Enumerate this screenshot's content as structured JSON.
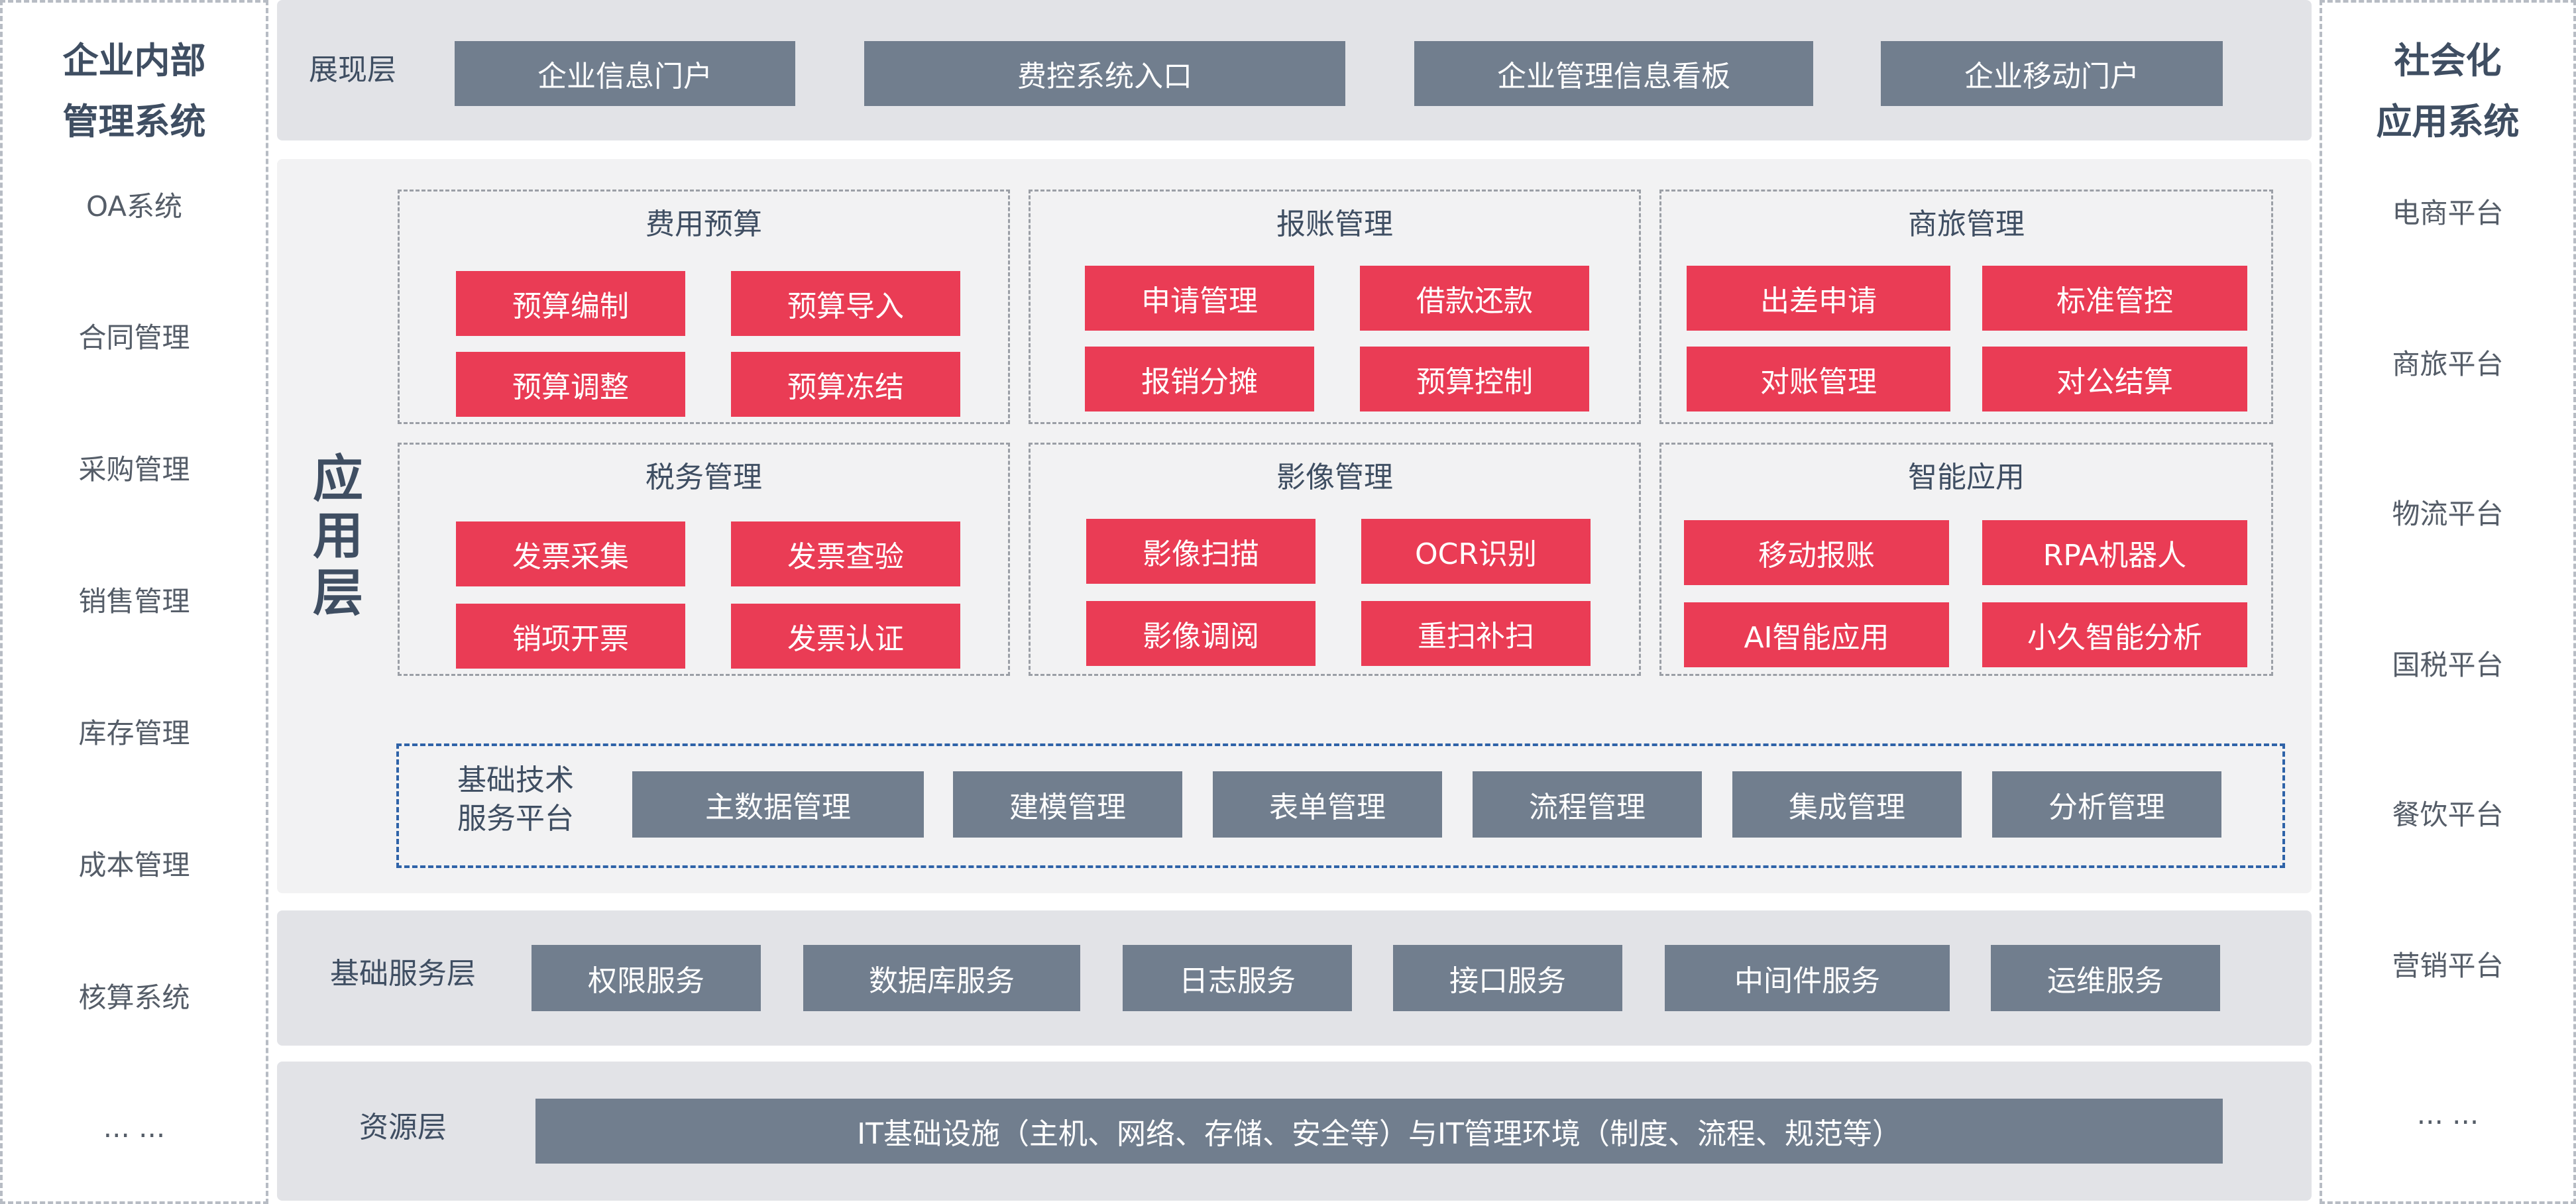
{
  "left_panel": {
    "title_line1": "企业内部",
    "title_line2": "管理系统",
    "items": [
      "OA系统",
      "合同管理",
      "采购管理",
      "销售管理",
      "库存管理",
      "成本管理",
      "核算系统",
      "... ..."
    ]
  },
  "right_panel": {
    "title_line1": "社会化",
    "title_line2": "应用系统",
    "items": [
      "电商平台",
      "商旅平台",
      "物流平台",
      "国税平台",
      "餐饮平台",
      "营销平台",
      "... ..."
    ]
  },
  "presentation_layer": {
    "label": "展现层",
    "items": [
      "企业信息门户",
      "费控系统入口",
      "企业管理信息看板",
      "企业移动门户"
    ]
  },
  "application_layer": {
    "label_chars": [
      "应",
      "用",
      "层"
    ],
    "modules": [
      {
        "title": "费用预算",
        "items": [
          "预算编制",
          "预算导入",
          "预算调整",
          "预算冻结"
        ]
      },
      {
        "title": "报账管理",
        "items": [
          "申请管理",
          "借款还款",
          "报销分摊",
          "预算控制"
        ]
      },
      {
        "title": "商旅管理",
        "items": [
          "出差申请",
          "标准管控",
          "对账管理",
          "对公结算"
        ]
      },
      {
        "title": "税务管理",
        "items": [
          "发票采集",
          "发票查验",
          "销项开票",
          "发票认证"
        ]
      },
      {
        "title": "影像管理",
        "items": [
          "影像扫描",
          "OCR识别",
          "影像调阅",
          "重扫补扫"
        ]
      },
      {
        "title": "智能应用",
        "items": [
          "移动报账",
          "RPA机器人",
          "AI智能应用",
          "小久智能分析"
        ]
      }
    ],
    "foundation": {
      "label_line1": "基础技术",
      "label_line2": "服务平台",
      "items": [
        "主数据管理",
        "建模管理",
        "表单管理",
        "流程管理",
        "集成管理",
        "分析管理"
      ]
    }
  },
  "basic_service_layer": {
    "label": "基础服务层",
    "items": [
      "权限服务",
      "数据库服务",
      "日志服务",
      "接口服务",
      "中间件服务",
      "运维服务"
    ]
  },
  "resource_layer": {
    "label": "资源层",
    "content": "IT基础设施（主机、网络、存储、安全等）与IT管理环境（制度、流程、规范等）"
  },
  "colors": {
    "accent_red": "#ea3c55",
    "module_gray": "#717e8e",
    "title_dark": "#3f4e62",
    "foundation_border": "#2f63a8"
  }
}
